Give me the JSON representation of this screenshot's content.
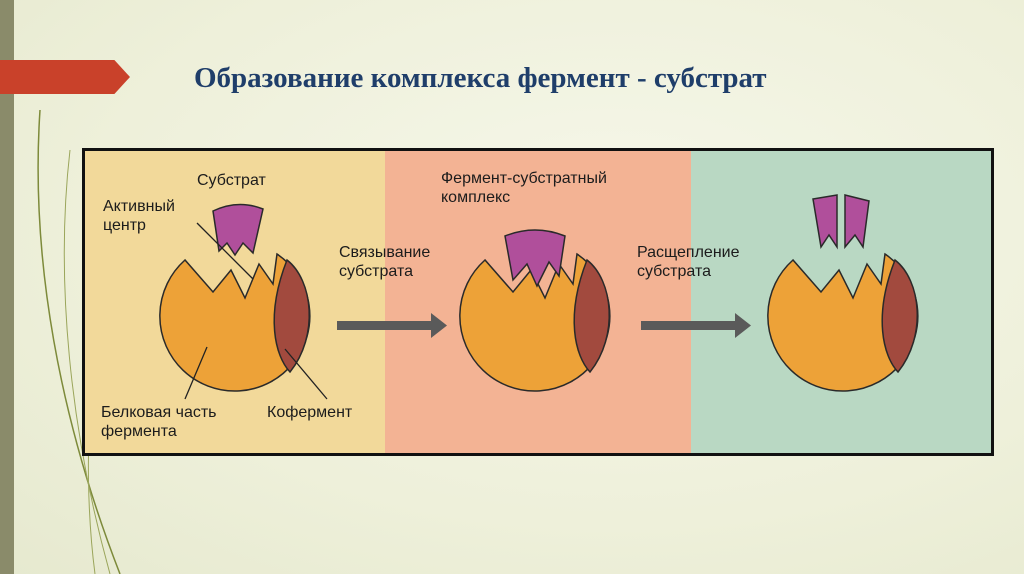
{
  "slide": {
    "title": "Образование комплекса фермент - субстрат"
  },
  "diagram": {
    "labels": {
      "substrate": "Субстрат",
      "active_center": "Активный\nцентр",
      "protein_part": "Белковая часть\nфермента",
      "coenzyme": "Кофермент",
      "complex": "Фермент-субстратный\nкомплекс",
      "binding_step": "Связывание\nсубстрата",
      "cleavage_step": "Расщепление\nсубстрата"
    },
    "colors": {
      "enzyme_body": "#eda238",
      "coenzyme": "#a24a3e",
      "substrate": "#b04f9b",
      "arrow": "#5a5a5a",
      "panel_left": "#f2d99a",
      "panel_middle": "#f3b394",
      "panel_right": "#b9d8c3"
    }
  }
}
